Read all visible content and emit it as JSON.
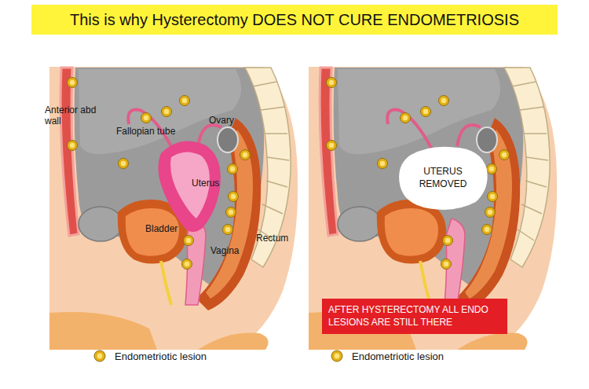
{
  "diagram": {
    "title": "This is why Hysterectomy DOES NOT CURE ENDOMETRIOSIS",
    "nodes": [
      {
        "text": [
          "UTERUS REMOVED"
        ]
      },
      {
        "text": [
          "AFTER HYSTERECTOMY ALL ENDO LESIONS ARE STILL THERE"
        ]
      }
    ],
    "labels": [
      "Anterior abd wall",
      "Fallopian tube",
      "Ovary",
      "Uterus",
      "Bladder",
      "Vagina",
      "Rectum"
    ],
    "legend": [
      {
        "text": "Endometriotic lesion"
      },
      {
        "text": "Endometriotic lesion"
      }
    ]
  }
}
